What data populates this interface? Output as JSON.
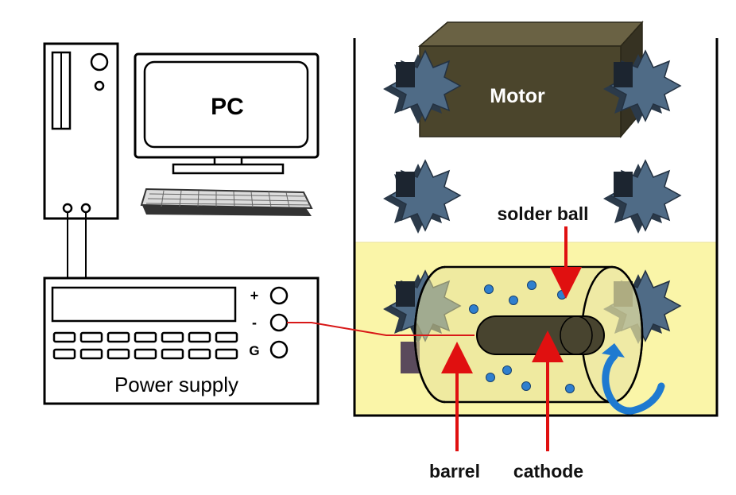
{
  "labels": {
    "pc": "PC",
    "power_supply": "Power supply",
    "terminal_plus": "+",
    "terminal_minus": "-",
    "terminal_ground": "G",
    "motor": "Motor",
    "solder_ball": "solder ball",
    "barrel": "barrel",
    "cathode": "cathode"
  },
  "colors": {
    "electrolyte": "#faf5a8",
    "motor_body": "#4b452c",
    "gear": "#4f6b86",
    "solder_ball": "#2f7fce",
    "cathode": "#48442f",
    "pointer_arrow": "#e01010",
    "rotation_arrow": "#1e7ad0",
    "wire": "#d81818"
  },
  "icons": {
    "gear": "gear-icon",
    "rotation": "rotation-arrow-icon",
    "keyboard": "keyboard-icon"
  }
}
